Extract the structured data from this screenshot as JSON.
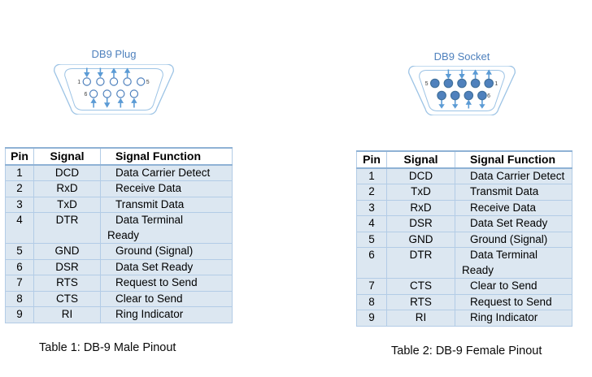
{
  "colors": {
    "title": "#4f81bd",
    "shape_outline": "#9cc3e5",
    "plug_circle_stroke": "#4f81bd",
    "plug_circle_fill": "#ffffff",
    "socket_circle_fill": "#4f81bd",
    "socket_circle_stroke": "#41719c",
    "arrow": "#5b9bd5",
    "pin_label": "#404040",
    "table_strong_border": "#8fb2d5",
    "table_light_border": "#b3cce6",
    "table_row_bg": "#dce7f1"
  },
  "left": {
    "title": "DB9 Plug",
    "caption": "Table 1: DB-9 Male Pinout",
    "connector": {
      "kind": "plug",
      "labels": {
        "top_left": "1",
        "top_right": "5",
        "bottom_left": "6",
        "bottom_right": ""
      },
      "top_arrows": [
        "down",
        "down",
        "up",
        "up",
        "none"
      ],
      "bottom_arrows": [
        "up",
        "down",
        "up",
        "up"
      ]
    },
    "table": {
      "headers": [
        "Pin",
        "Signal",
        "Signal Function"
      ],
      "rows": [
        [
          "1",
          "DCD",
          "Data Carrier Detect"
        ],
        [
          "2",
          "RxD",
          "Receive Data"
        ],
        [
          "3",
          "TxD",
          "Transmit Data"
        ],
        [
          "4",
          "DTR",
          "Data Terminal\nReady"
        ],
        [
          "5",
          "GND",
          "Ground (Signal)"
        ],
        [
          "6",
          "DSR",
          "Data Set Ready"
        ],
        [
          "7",
          "RTS",
          "Request to Send"
        ],
        [
          "8",
          "CTS",
          "Clear to Send"
        ],
        [
          "9",
          "RI",
          "Ring Indicator"
        ]
      ]
    }
  },
  "right": {
    "title": "DB9 Socket",
    "caption": "Table 2: DB-9 Female Pinout",
    "connector": {
      "kind": "socket",
      "labels": {
        "top_left": "5",
        "top_right": "1",
        "bottom_left": "",
        "bottom_right": "6"
      },
      "top_arrows": [
        "none",
        "down",
        "down",
        "up",
        "up"
      ],
      "bottom_arrows": [
        "down",
        "down",
        "up",
        "down"
      ]
    },
    "table": {
      "headers": [
        "Pin",
        "Signal",
        "Signal Function"
      ],
      "rows": [
        [
          "1",
          "DCD",
          "Data Carrier Detect"
        ],
        [
          "2",
          "TxD",
          "Transmit Data"
        ],
        [
          "3",
          "RxD",
          "Receive Data"
        ],
        [
          "4",
          "DSR",
          "Data Set Ready"
        ],
        [
          "5",
          "GND",
          "Ground (Signal)"
        ],
        [
          "6",
          "DTR",
          "Data Terminal\nReady"
        ],
        [
          "7",
          "CTS",
          "Clear to Send"
        ],
        [
          "8",
          "RTS",
          "Request to Send"
        ],
        [
          "9",
          "RI",
          "Ring Indicator"
        ]
      ]
    }
  }
}
